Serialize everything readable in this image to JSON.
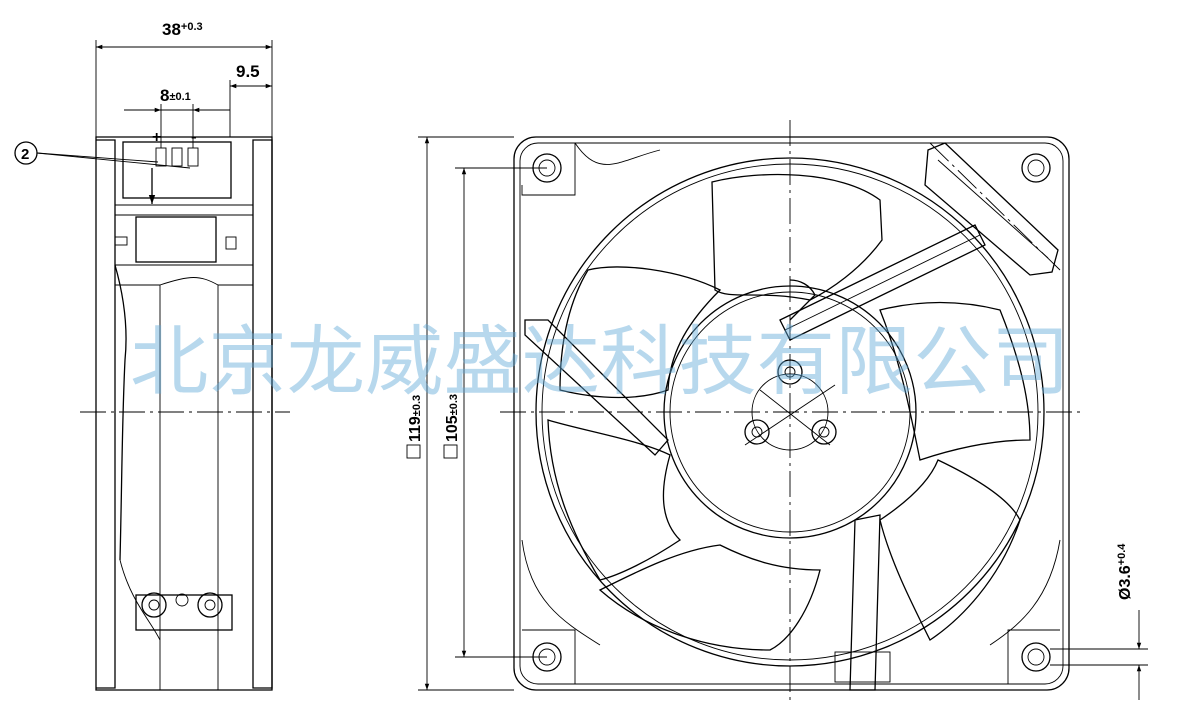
{
  "side_view": {
    "width_dim": {
      "base": "38",
      "tol": "+0.3"
    },
    "offset_dim": "9.5",
    "pin_spacing_dim": {
      "base": "8",
      "tol": "±0.1"
    },
    "plus_mark": "+",
    "minus_mark": "-",
    "callout_number": "2"
  },
  "front_view": {
    "outer_dim": {
      "base": "119",
      "tol": "±0.3"
    },
    "hole_pitch_dim": {
      "base": "105",
      "tol": "±0.3"
    },
    "hole_dim": {
      "base": "Ø3.6",
      "tol": "+0.4"
    }
  },
  "watermark": "北京龙威盛达科技有限公司",
  "colors": {
    "line": "#000000",
    "watermark": "#5fa8d8",
    "background": "#ffffff"
  }
}
